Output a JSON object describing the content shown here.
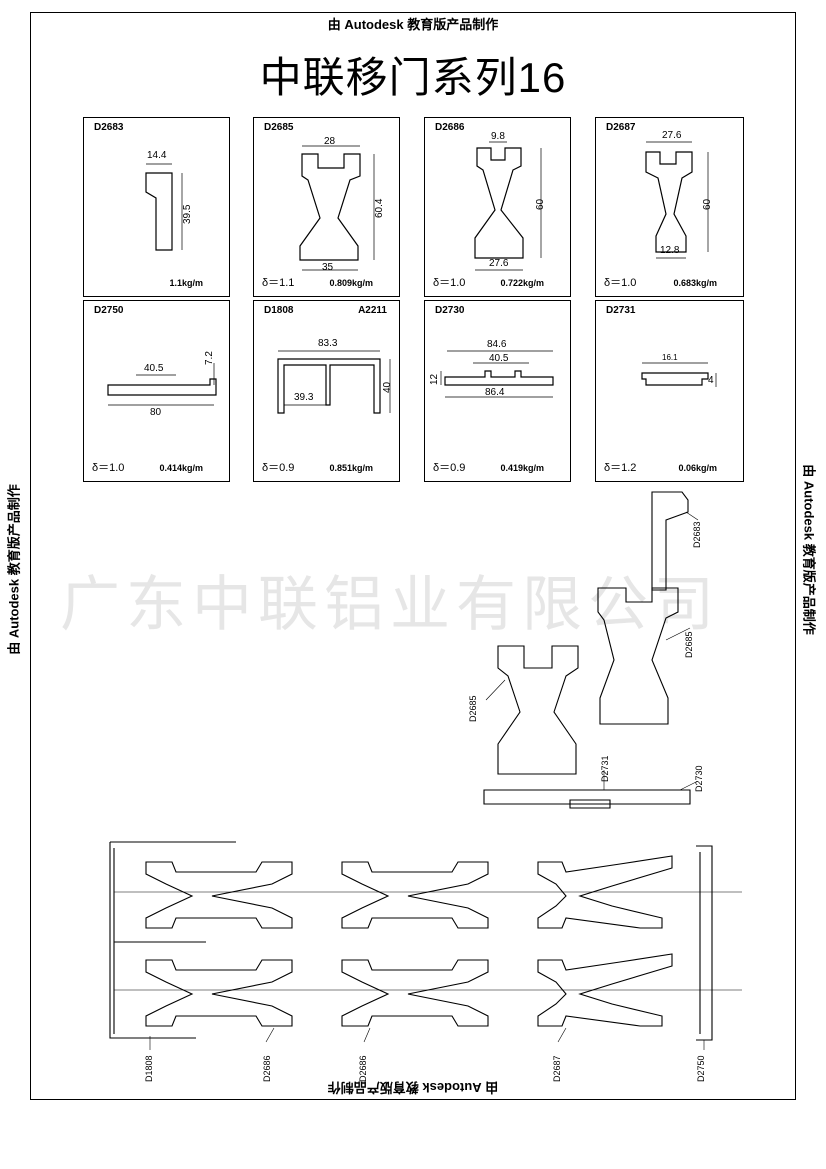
{
  "watermark": "由 Autodesk 教育版产品制作",
  "title": "中联移门系列16",
  "company": "广东中联铝业有限公司",
  "profiles": [
    {
      "code": "D2683",
      "delta": "",
      "weight": "1.1kg/m",
      "dims": [
        "14.4",
        "39.5"
      ]
    },
    {
      "code": "D2685",
      "delta": "δ＝1.1",
      "weight": "0.809kg/m",
      "dims": [
        "28",
        "60.4",
        "35"
      ]
    },
    {
      "code": "D2686",
      "delta": "δ＝1.0",
      "weight": "0.722kg/m",
      "dims": [
        "9.8",
        "60",
        "27.6"
      ]
    },
    {
      "code": "D2687",
      "delta": "δ＝1.0",
      "weight": "0.683kg/m",
      "dims": [
        "27.6",
        "60",
        "12.8"
      ]
    },
    {
      "code": "D2750",
      "delta": "δ＝1.0",
      "weight": "0.414kg/m",
      "dims": [
        "40.5",
        "7.2",
        "80"
      ]
    },
    {
      "code": "D1808",
      "code2": "A2211",
      "delta": "δ＝0.9",
      "weight": "0.851kg/m",
      "dims": [
        "83.3",
        "39.3",
        "40"
      ]
    },
    {
      "code": "D2730",
      "delta": "δ＝0.9",
      "weight": "0.419kg/m",
      "dims": [
        "84.6",
        "40.5",
        "12",
        "86.4"
      ]
    },
    {
      "code": "D2731",
      "delta": "δ＝1.2",
      "weight": "0.06kg/m",
      "dims": [
        "16.1",
        "4"
      ]
    }
  ],
  "assembly_labels": [
    "D2683",
    "D2685",
    "D2685",
    "D2731",
    "D2730"
  ],
  "section_labels": [
    "D1808",
    "D2686",
    "D2686",
    "D2687",
    "D2750"
  ]
}
